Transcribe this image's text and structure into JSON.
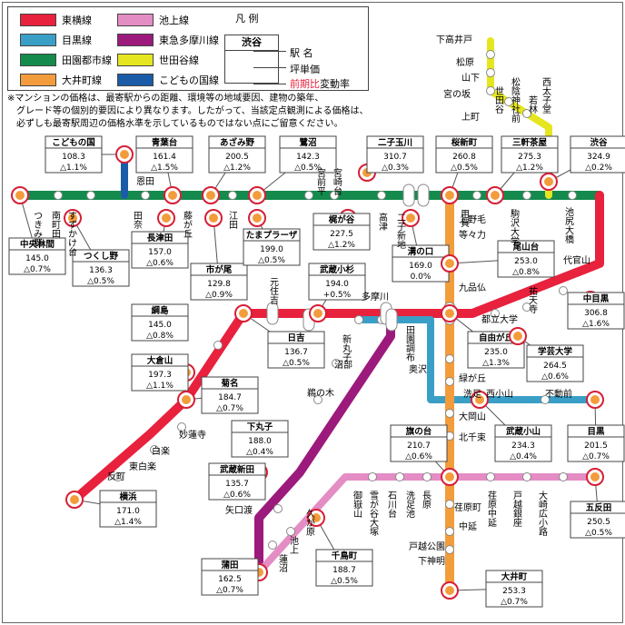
{
  "legend": {
    "lines": [
      {
        "id": "toyoko",
        "label": "東横線",
        "color": "#e8213d"
      },
      {
        "id": "meguro",
        "label": "目黒線",
        "color": "#3a9fc6"
      },
      {
        "id": "denentoshi",
        "label": "田園都市線",
        "color": "#148a4d"
      },
      {
        "id": "oimachi",
        "label": "大井町線",
        "color": "#f39c3c"
      },
      {
        "id": "ikegami",
        "label": "池上線",
        "color": "#e48cc4"
      },
      {
        "id": "tamagawa",
        "label": "東急多摩川線",
        "color": "#9c1a7c"
      },
      {
        "id": "setagaya",
        "label": "世田谷線",
        "color": "#e5e61f"
      },
      {
        "id": "kodomo",
        "label": "こどもの国線",
        "color": "#1a5ca8"
      }
    ],
    "key_title": "凡 例",
    "key_station": "渋谷",
    "key_labels": [
      "駅 名",
      "坪単価",
      "前期比変動率"
    ],
    "key_red": "前期比",
    "key_tail": "変動率"
  },
  "note": [
    "※マンションの価格は、最寄駅からの距離、環境等の地域要因、建物の築年、",
    "　グレード等の個別的要因により異なります。したがって、当該定点観測による価格は、",
    "　必ずしも最寄駅周辺の価格水準を示しているものではない点にご留意ください。"
  ],
  "priced_stations": [
    {
      "name": "こどもの国",
      "price": "108.3",
      "change": "△1.1%"
    },
    {
      "name": "青葉台",
      "price": "161.4",
      "change": "△1.5%"
    },
    {
      "name": "あざみ野",
      "price": "200.5",
      "change": "△1.2%"
    },
    {
      "name": "鷺沼",
      "price": "142.3",
      "change": "△0.5%"
    },
    {
      "name": "二子玉川",
      "price": "310.7",
      "change": "△0.3%"
    },
    {
      "name": "桜新町",
      "price": "260.8",
      "change": "△0.5%"
    },
    {
      "name": "三軒茶屋",
      "price": "275.3",
      "change": "△1.2%"
    },
    {
      "name": "渋谷",
      "price": "324.9",
      "change": "△0.2%"
    },
    {
      "name": "中央林間",
      "price": "145.0",
      "change": "△0.7%"
    },
    {
      "name": "つくし野",
      "price": "136.3",
      "change": "△0.5%"
    },
    {
      "name": "長津田",
      "price": "157.0",
      "change": "△0.6%"
    },
    {
      "name": "市が尾",
      "price": "129.8",
      "change": "△0.9%"
    },
    {
      "name": "たまプラーザ",
      "price": "199.0",
      "change": "△0.5%"
    },
    {
      "name": "梶が谷",
      "price": "227.5",
      "change": "△1.2%"
    },
    {
      "name": "溝の口",
      "price": "169.0",
      "change": "0.0%"
    },
    {
      "name": "尾山台",
      "price": "253.0",
      "change": "△0.8%"
    },
    {
      "name": "武蔵小杉",
      "price": "194.0",
      "change": "+0.5%"
    },
    {
      "name": "中目黒",
      "price": "306.8",
      "change": "△1.6%"
    },
    {
      "name": "綱島",
      "price": "145.0",
      "change": "△0.8%"
    },
    {
      "name": "日吉",
      "price": "136.7",
      "change": "△0.5%"
    },
    {
      "name": "自由が丘",
      "price": "235.0",
      "change": "△1.3%"
    },
    {
      "name": "学芸大学",
      "price": "264.5",
      "change": "△0.6%"
    },
    {
      "name": "大倉山",
      "price": "197.3",
      "change": "△1.1%"
    },
    {
      "name": "菊名",
      "price": "184.7",
      "change": "△0.7%"
    },
    {
      "name": "武蔵小山",
      "price": "234.3",
      "change": "△0.4%"
    },
    {
      "name": "目黒",
      "price": "201.5",
      "change": "△0.7%"
    },
    {
      "name": "下丸子",
      "price": "188.0",
      "change": "△0.4%"
    },
    {
      "name": "旗の台",
      "price": "210.7",
      "change": "△0.6%"
    },
    {
      "name": "武蔵新田",
      "price": "135.7",
      "change": "△0.6%"
    },
    {
      "name": "横浜",
      "price": "171.0",
      "change": "△1.4%"
    },
    {
      "name": "五反田",
      "price": "250.5",
      "change": "△0.5%"
    },
    {
      "name": "蒲田",
      "price": "162.5",
      "change": "△0.7%"
    },
    {
      "name": "千鳥町",
      "price": "188.7",
      "change": "△0.5%"
    },
    {
      "name": "大井町",
      "price": "253.3",
      "change": "△0.7%"
    }
  ],
  "station_labels": [
    "恩田",
    "つきみ野",
    "南町田",
    "すずかけ台",
    "田奈",
    "藤が丘",
    "江田",
    "宮前平",
    "宮崎台",
    "二子新地",
    "高津",
    "用賀",
    "駒沢大学",
    "池尻大橋",
    "上野毛",
    "等々力",
    "九品仏",
    "代官山",
    "祐天寺",
    "都立大学",
    "元住吉",
    "新丸子",
    "多摩川",
    "田園調布",
    "奥沢",
    "緑が丘",
    "洗足",
    "西小山",
    "不動前",
    "大岡山",
    "北千束",
    "沼部",
    "鵜の木",
    "妙蓮寺",
    "白楽",
    "東白楽",
    "反町",
    "矢口渡",
    "御嶽山",
    "雪が谷大塚",
    "石川台",
    "洗足池",
    "長原",
    "荏原中延",
    "戸越銀座",
    "大崎広小路",
    "荏原町",
    "中延",
    "戸越公園",
    "下神明",
    "久が原",
    "池上",
    "蓮沼",
    "下高井戸",
    "松原",
    "山下",
    "宮の坂",
    "上町",
    "世田谷",
    "松陰神社前",
    "若林",
    "西太子堂"
  ]
}
